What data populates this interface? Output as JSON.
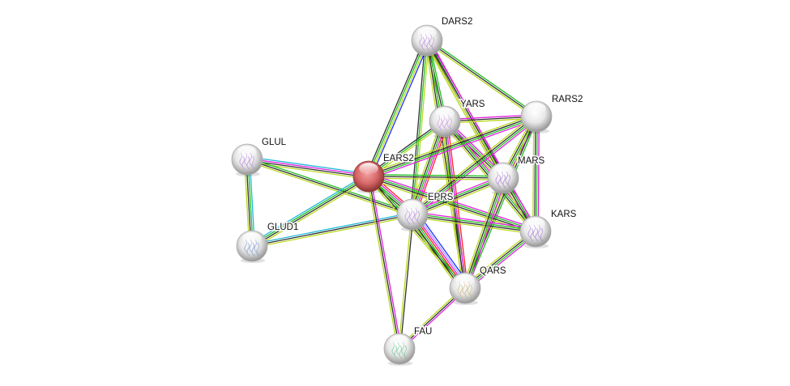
{
  "diagram": {
    "type": "protein-interaction-network",
    "query_protein": "EARS2",
    "colors": {
      "query_node": "#d96a6a",
      "node": "#e6e6e6",
      "database": "#22b8d8",
      "experiments": "#e020e0",
      "textmining": "#b8d820",
      "coexpression": "#303030",
      "neighborhood": "#20c020",
      "gene_fusion": "#ff2020",
      "cooccurrence": "#2030ff",
      "homology": "#a0a0ff"
    },
    "nodes": [
      {
        "id": "DARS2",
        "label": "DARS2",
        "query": false
      },
      {
        "id": "YARS",
        "label": "YARS",
        "query": false
      },
      {
        "id": "RARS2",
        "label": "RARS2",
        "query": false
      },
      {
        "id": "GLUL",
        "label": "GLUL",
        "query": false
      },
      {
        "id": "EARS2",
        "label": "EARS2",
        "query": true
      },
      {
        "id": "MARS",
        "label": "MARS",
        "query": false
      },
      {
        "id": "EPRS",
        "label": "EPRS",
        "query": false
      },
      {
        "id": "GLUD1",
        "label": "GLUD1",
        "query": false
      },
      {
        "id": "KARS",
        "label": "KARS",
        "query": false
      },
      {
        "id": "QARS",
        "label": "QARS",
        "query": false
      },
      {
        "id": "FAU",
        "label": "FAU",
        "query": false
      }
    ],
    "edges": [
      {
        "a": "DARS2",
        "b": "EARS2",
        "evidence": [
          "cooccurrence",
          "textmining",
          "neighborhood",
          "coexpression"
        ]
      },
      {
        "a": "DARS2",
        "b": "EPRS",
        "evidence": [
          "textmining",
          "neighborhood",
          "coexpression"
        ]
      },
      {
        "a": "DARS2",
        "b": "YARS",
        "evidence": [
          "neighborhood",
          "coexpression",
          "textmining"
        ]
      },
      {
        "a": "DARS2",
        "b": "MARS",
        "evidence": [
          "experiments",
          "neighborhood",
          "coexpression",
          "textmining"
        ]
      },
      {
        "a": "DARS2",
        "b": "RARS2",
        "evidence": [
          "neighborhood",
          "coexpression",
          "textmining"
        ]
      },
      {
        "a": "DARS2",
        "b": "KARS",
        "evidence": [
          "experiments",
          "coexpression",
          "textmining"
        ]
      },
      {
        "a": "DARS2",
        "b": "QARS",
        "evidence": [
          "neighborhood",
          "coexpression",
          "textmining"
        ]
      },
      {
        "a": "YARS",
        "b": "RARS2",
        "evidence": [
          "experiments",
          "coexpression",
          "textmining"
        ]
      },
      {
        "a": "YARS",
        "b": "EARS2",
        "evidence": [
          "textmining",
          "neighborhood",
          "coexpression"
        ]
      },
      {
        "a": "YARS",
        "b": "EPRS",
        "evidence": [
          "gene_fusion",
          "experiments",
          "neighborhood",
          "coexpression",
          "textmining"
        ]
      },
      {
        "a": "YARS",
        "b": "MARS",
        "evidence": [
          "experiments",
          "neighborhood",
          "coexpression",
          "textmining"
        ]
      },
      {
        "a": "YARS",
        "b": "KARS",
        "evidence": [
          "experiments",
          "neighborhood",
          "coexpression",
          "textmining"
        ]
      },
      {
        "a": "YARS",
        "b": "QARS",
        "evidence": [
          "gene_fusion",
          "experiments",
          "coexpression",
          "textmining"
        ]
      },
      {
        "a": "RARS2",
        "b": "EARS2",
        "evidence": [
          "experiments",
          "neighborhood",
          "coexpression",
          "textmining"
        ]
      },
      {
        "a": "RARS2",
        "b": "EPRS",
        "evidence": [
          "experiments",
          "neighborhood",
          "coexpression",
          "textmining"
        ]
      },
      {
        "a": "RARS2",
        "b": "MARS",
        "evidence": [
          "experiments",
          "neighborhood",
          "coexpression",
          "textmining"
        ]
      },
      {
        "a": "RARS2",
        "b": "KARS",
        "evidence": [
          "experiments",
          "neighborhood",
          "coexpression",
          "textmining"
        ]
      },
      {
        "a": "RARS2",
        "b": "QARS",
        "evidence": [
          "neighborhood",
          "coexpression",
          "textmining"
        ]
      },
      {
        "a": "GLUL",
        "b": "EARS2",
        "evidence": [
          "database",
          "experiments",
          "coexpression",
          "textmining"
        ]
      },
      {
        "a": "GLUL",
        "b": "EPRS",
        "evidence": [
          "neighborhood",
          "coexpression",
          "textmining"
        ]
      },
      {
        "a": "GLUL",
        "b": "GLUD1",
        "evidence": [
          "database",
          "neighborhood",
          "coexpression",
          "textmining"
        ]
      },
      {
        "a": "GLUD1",
        "b": "EARS2",
        "evidence": [
          "database",
          "neighborhood",
          "coexpression",
          "textmining"
        ]
      },
      {
        "a": "GLUD1",
        "b": "EPRS",
        "evidence": [
          "database",
          "coexpression",
          "textmining"
        ]
      },
      {
        "a": "EARS2",
        "b": "EPRS",
        "evidence": [
          "gene_fusion",
          "experiments",
          "neighborhood",
          "coexpression",
          "textmining"
        ]
      },
      {
        "a": "EARS2",
        "b": "MARS",
        "evidence": [
          "neighborhood",
          "coexpression",
          "textmining"
        ]
      },
      {
        "a": "EARS2",
        "b": "KARS",
        "evidence": [
          "experiments",
          "neighborhood",
          "coexpression",
          "textmining"
        ]
      },
      {
        "a": "EARS2",
        "b": "QARS",
        "evidence": [
          "neighborhood",
          "coexpression",
          "textmining"
        ]
      },
      {
        "a": "EARS2",
        "b": "FAU",
        "evidence": [
          "experiments",
          "coexpression",
          "textmining"
        ]
      },
      {
        "a": "EPRS",
        "b": "MARS",
        "evidence": [
          "experiments",
          "neighborhood",
          "coexpression",
          "textmining"
        ]
      },
      {
        "a": "EPRS",
        "b": "KARS",
        "evidence": [
          "experiments",
          "neighborhood",
          "coexpression",
          "textmining"
        ]
      },
      {
        "a": "EPRS",
        "b": "QARS",
        "evidence": [
          "cooccurrence",
          "homology",
          "experiments",
          "gene_fusion",
          "neighborhood",
          "coexpression",
          "textmining"
        ]
      },
      {
        "a": "EPRS",
        "b": "FAU",
        "evidence": [
          "coexpression",
          "textmining"
        ]
      },
      {
        "a": "MARS",
        "b": "KARS",
        "evidence": [
          "experiments",
          "neighborhood",
          "coexpression",
          "textmining"
        ]
      },
      {
        "a": "MARS",
        "b": "QARS",
        "evidence": [
          "experiments",
          "neighborhood",
          "coexpression",
          "textmining"
        ]
      },
      {
        "a": "KARS",
        "b": "QARS",
        "evidence": [
          "experiments",
          "neighborhood",
          "coexpression",
          "textmining"
        ]
      },
      {
        "a": "QARS",
        "b": "FAU",
        "evidence": [
          "experiments",
          "coexpression",
          "textmining"
        ]
      }
    ]
  }
}
